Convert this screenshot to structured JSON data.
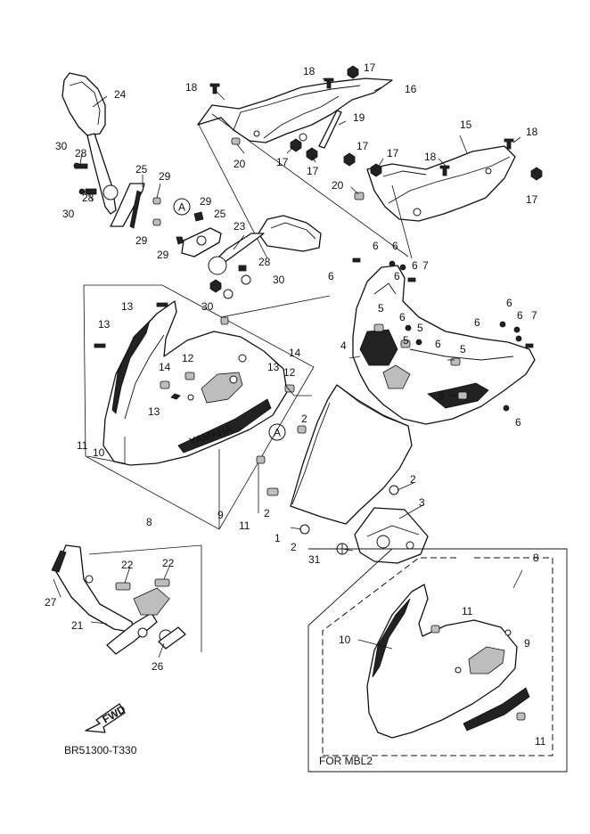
{
  "diagram": {
    "code": "BR51300-T330",
    "variant_label": "FOR MBL2",
    "arrow_label": "FWD",
    "ref_mark": "A",
    "callouts": [
      {
        "n": "1"
      },
      {
        "n": "2"
      },
      {
        "n": "2"
      },
      {
        "n": "2"
      },
      {
        "n": "2"
      },
      {
        "n": "3"
      },
      {
        "n": "4"
      },
      {
        "n": "5"
      },
      {
        "n": "5"
      },
      {
        "n": "5"
      },
      {
        "n": "5"
      },
      {
        "n": "5"
      },
      {
        "n": "6"
      },
      {
        "n": "6"
      },
      {
        "n": "6"
      },
      {
        "n": "6"
      },
      {
        "n": "6"
      },
      {
        "n": "6"
      },
      {
        "n": "6"
      },
      {
        "n": "6"
      },
      {
        "n": "6"
      },
      {
        "n": "6"
      },
      {
        "n": "6"
      },
      {
        "n": "7"
      },
      {
        "n": "7"
      },
      {
        "n": "8"
      },
      {
        "n": "8"
      },
      {
        "n": "9"
      },
      {
        "n": "9"
      },
      {
        "n": "10"
      },
      {
        "n": "10"
      },
      {
        "n": "11"
      },
      {
        "n": "11"
      },
      {
        "n": "11"
      },
      {
        "n": "11"
      },
      {
        "n": "12"
      },
      {
        "n": "12"
      },
      {
        "n": "13"
      },
      {
        "n": "13"
      },
      {
        "n": "13"
      },
      {
        "n": "13"
      },
      {
        "n": "14"
      },
      {
        "n": "14"
      },
      {
        "n": "15"
      },
      {
        "n": "16"
      },
      {
        "n": "17"
      },
      {
        "n": "17"
      },
      {
        "n": "17"
      },
      {
        "n": "17"
      },
      {
        "n": "17"
      },
      {
        "n": "17"
      },
      {
        "n": "18"
      },
      {
        "n": "18"
      },
      {
        "n": "18"
      },
      {
        "n": "18"
      },
      {
        "n": "19"
      },
      {
        "n": "20"
      },
      {
        "n": "20"
      },
      {
        "n": "21"
      },
      {
        "n": "22"
      },
      {
        "n": "22"
      },
      {
        "n": "23"
      },
      {
        "n": "24"
      },
      {
        "n": "25"
      },
      {
        "n": "25"
      },
      {
        "n": "26"
      },
      {
        "n": "27"
      },
      {
        "n": "28"
      },
      {
        "n": "28"
      },
      {
        "n": "28"
      },
      {
        "n": "29"
      },
      {
        "n": "29"
      },
      {
        "n": "29"
      },
      {
        "n": "29"
      },
      {
        "n": "30"
      },
      {
        "n": "30"
      },
      {
        "n": "30"
      },
      {
        "n": "30"
      },
      {
        "n": "31"
      }
    ]
  }
}
